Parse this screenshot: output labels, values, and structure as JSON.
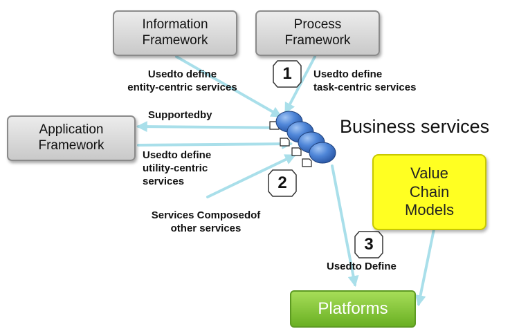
{
  "frameworks": {
    "information": "Information\nFramework",
    "process": "Process\nFramework",
    "application": "Application\nFramework"
  },
  "business_services_label": "Business services",
  "value_chain_models": "Value\nChain\nModels",
  "platforms": "Platforms",
  "steps": {
    "one": "1",
    "two": "2",
    "three": "3"
  },
  "labels": {
    "entity_centric": "Usedto define\nentity-centric services",
    "task_centric": "Usedto define\ntask-centric services",
    "supported_by": "Supportedby",
    "utility_centric": "Usedto define\nutility-centric\nservices",
    "composed": "Services Composedof\nother services",
    "used_to_define": "Usedto Define"
  },
  "colors": {
    "arrow": "#a9dfea",
    "service_blue": "#3f74c8",
    "platform_green": "#7cc23a",
    "value_chain_yellow": "#ffff22"
  }
}
